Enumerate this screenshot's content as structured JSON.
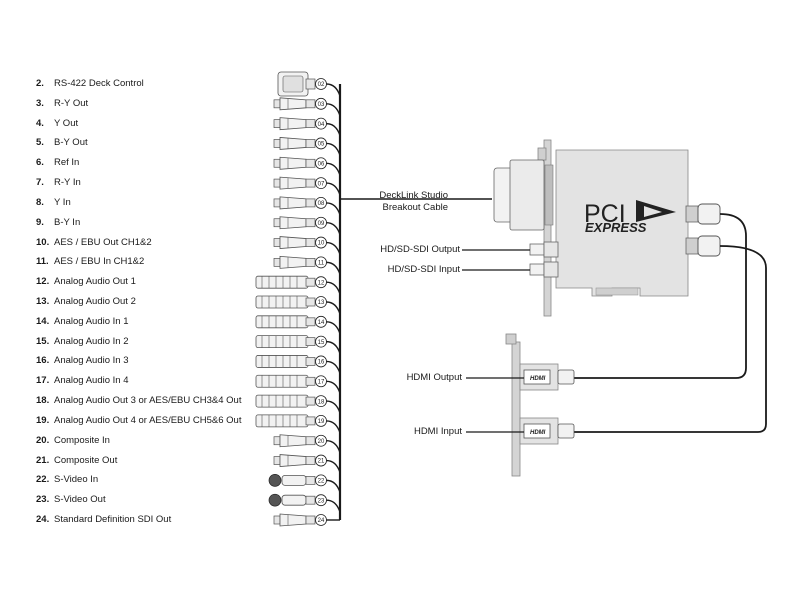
{
  "connectors": [
    {
      "num": "2.",
      "label": "RS-422 Deck Control",
      "pin": "02",
      "kind": "dsub"
    },
    {
      "num": "3.",
      "label": "R-Y Out",
      "pin": "03",
      "kind": "bnc"
    },
    {
      "num": "4.",
      "label": "Y Out",
      "pin": "04",
      "kind": "bnc"
    },
    {
      "num": "5.",
      "label": "B-Y Out",
      "pin": "05",
      "kind": "bnc"
    },
    {
      "num": "6.",
      "label": "Ref In",
      "pin": "06",
      "kind": "bnc"
    },
    {
      "num": "7.",
      "label": "R-Y In",
      "pin": "07",
      "kind": "bnc"
    },
    {
      "num": "8.",
      "label": "Y In",
      "pin": "08",
      "kind": "bnc"
    },
    {
      "num": "9.",
      "label": "B-Y In",
      "pin": "09",
      "kind": "bnc"
    },
    {
      "num": "10.",
      "label": "AES / EBU Out CH1&2",
      "pin": "10",
      "kind": "bnc"
    },
    {
      "num": "11.",
      "label": "AES / EBU In CH1&2",
      "pin": "11",
      "kind": "bnc"
    },
    {
      "num": "12.",
      "label": "Analog Audio Out 1",
      "pin": "12",
      "kind": "xlr"
    },
    {
      "num": "13.",
      "label": "Analog Audio Out 2",
      "pin": "13",
      "kind": "xlr"
    },
    {
      "num": "14.",
      "label": "Analog Audio In 1",
      "pin": "14",
      "kind": "xlr"
    },
    {
      "num": "15.",
      "label": "Analog Audio In 2",
      "pin": "15",
      "kind": "xlr"
    },
    {
      "num": "16.",
      "label": "Analog Audio In 3",
      "pin": "16",
      "kind": "xlr"
    },
    {
      "num": "17.",
      "label": "Analog Audio In 4",
      "pin": "17",
      "kind": "xlr"
    },
    {
      "num": "18.",
      "label": "Analog Audio Out 3 or AES/EBU CH3&4 Out",
      "pin": "18",
      "kind": "xlr"
    },
    {
      "num": "19.",
      "label": "Analog Audio Out 4 or AES/EBU CH5&6 Out",
      "pin": "19",
      "kind": "xlr"
    },
    {
      "num": "20.",
      "label": "Composite In",
      "pin": "20",
      "kind": "bnc"
    },
    {
      "num": "21.",
      "label": "Composite Out",
      "pin": "21",
      "kind": "bnc"
    },
    {
      "num": "22.",
      "label": "S-Video In",
      "pin": "22",
      "kind": "svideo"
    },
    {
      "num": "23.",
      "label": "S-Video Out",
      "pin": "23",
      "kind": "svideo"
    },
    {
      "num": "24.",
      "label": "Standard Definition SDI Out",
      "pin": "24",
      "kind": "bnc"
    }
  ],
  "callouts": {
    "breakout_line1": "DeckLink Studio",
    "breakout_line2": "Breakout Cable",
    "sdi_output": "HD/SD-SDI Output",
    "sdi_input": "HD/SD-SDI Input",
    "hdmi_output": "HDMI Output",
    "hdmi_input": "HDMI Input"
  },
  "card": {
    "logo_pci": "PCI",
    "logo_express": "EXPRESS",
    "hdmi_badge": "HDMI"
  },
  "colors": {
    "line": "#1a1a1a",
    "connector_fill": "#f2f2f2",
    "connector_stroke": "#555555",
    "board": "#e3e3e3",
    "board_stroke": "#888888",
    "bracket": "#d4d4d4"
  }
}
